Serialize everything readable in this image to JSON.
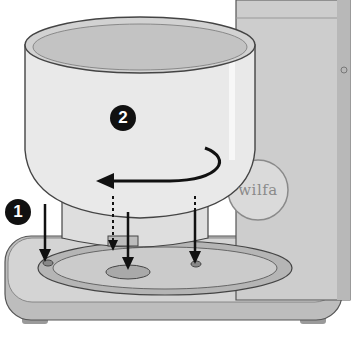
{
  "diagram": {
    "labels": [
      "1",
      "2",
      "wilfa"
    ]
  }
}
